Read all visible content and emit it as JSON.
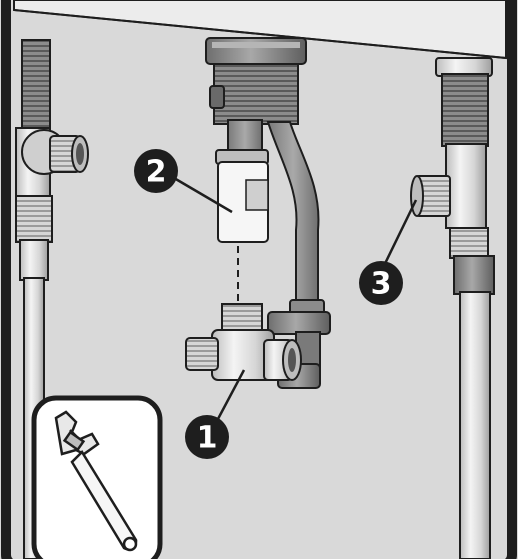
{
  "callouts": [
    {
      "label": "1"
    },
    {
      "label": "2"
    },
    {
      "label": "3"
    }
  ],
  "icons": {
    "inset_tool": "adjustable-wrench-icon"
  },
  "colors": {
    "background": "#d9d9d9",
    "frame": "#1e1e1e",
    "pipe_light": "#e6e6e6",
    "pipe_dark": "#8a8a8a",
    "hose": "#9a9a9a",
    "callout_fill": "#1e1e1e",
    "callout_text": "#ffffff"
  }
}
